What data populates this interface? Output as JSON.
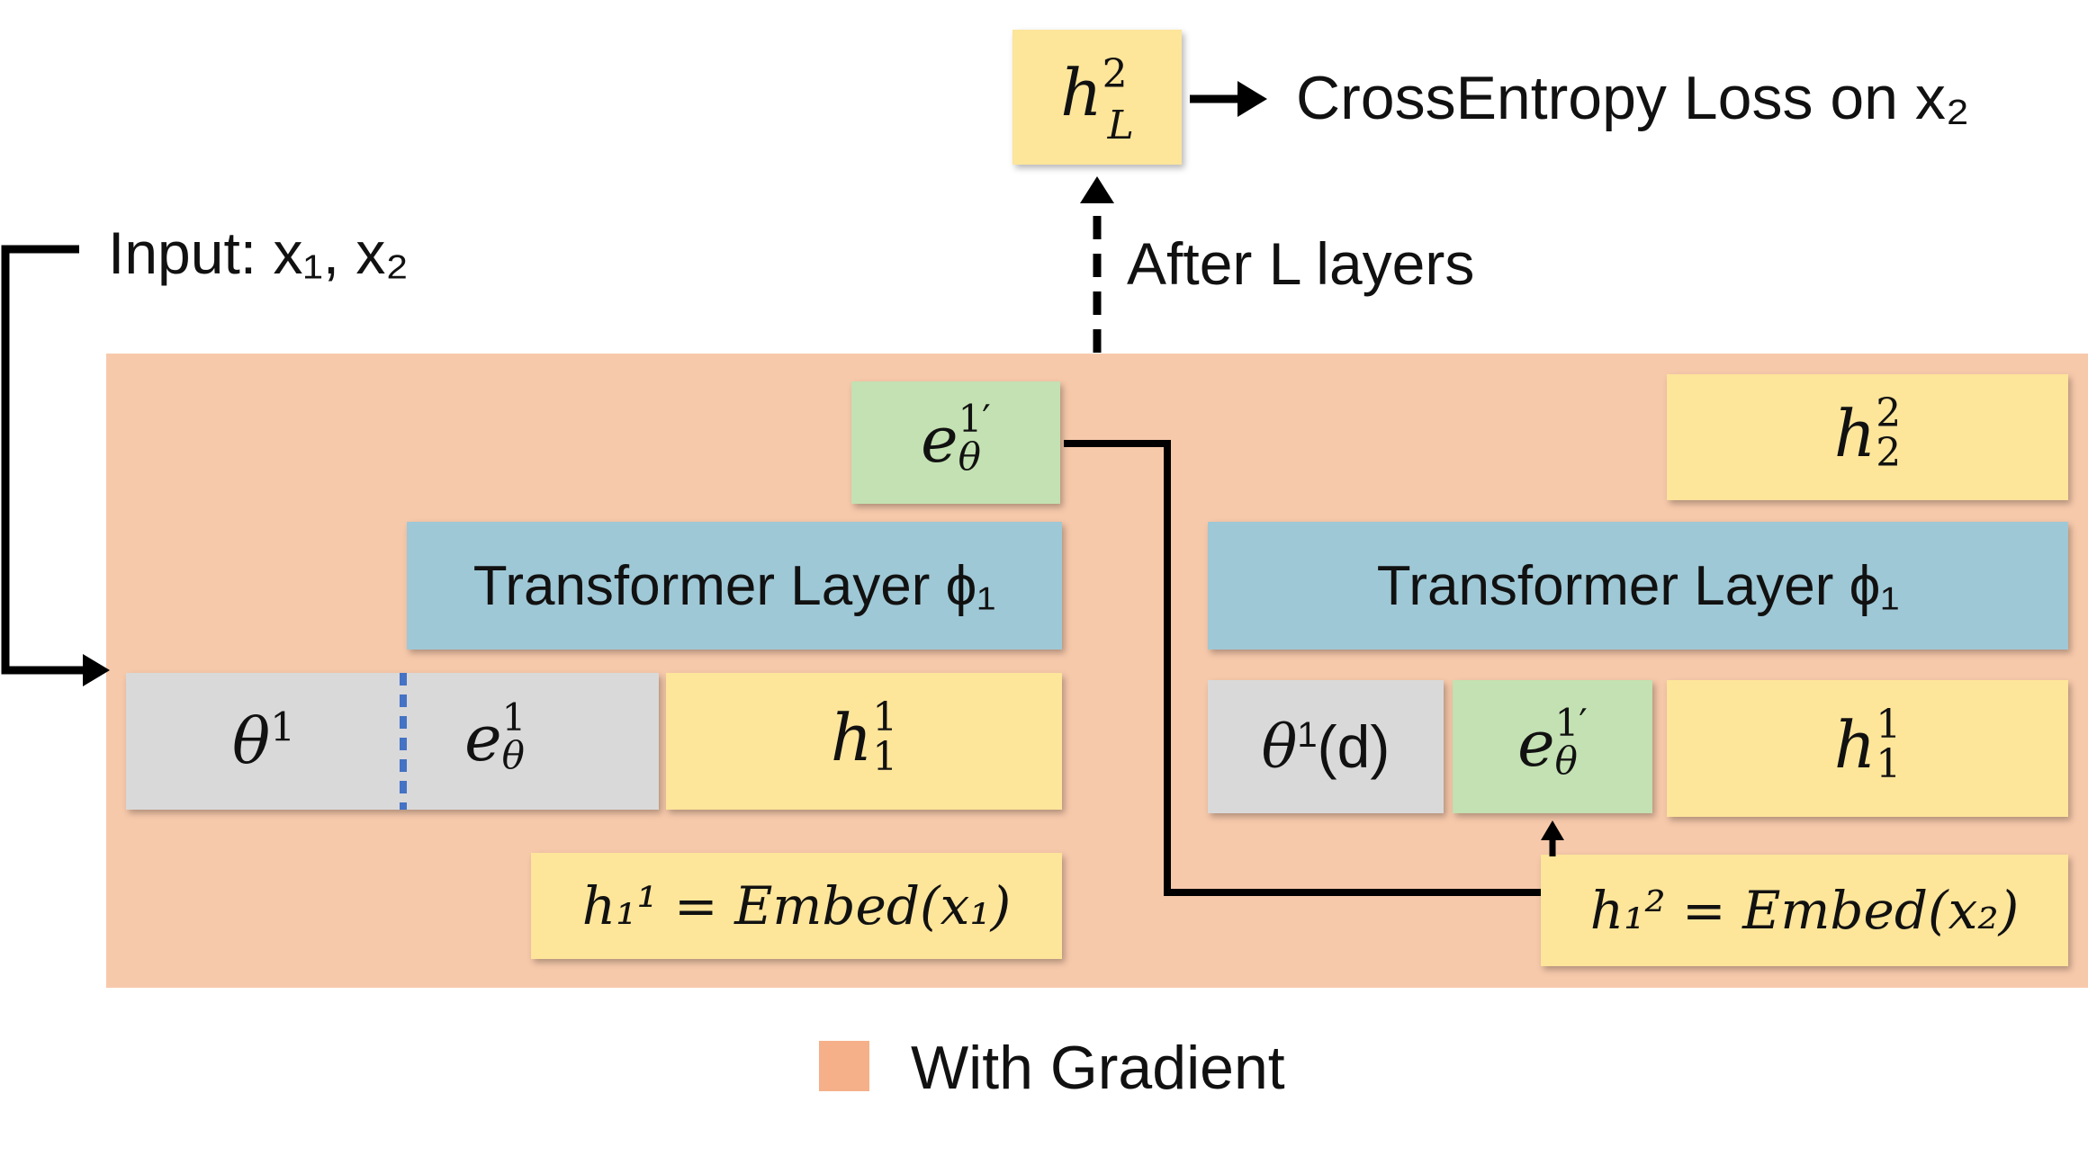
{
  "top_output": {
    "final_hidden": "h_L^2",
    "loss_label": "CrossEntropy Loss on x₂",
    "after_layers_label": "After L layers"
  },
  "input_label": "Input: x₁, x₂",
  "left_block": {
    "e_theta_prime": "e_θ^1′",
    "transformer_label": "Transformer Layer ϕ₁",
    "theta": "θ¹",
    "e_theta": "e_θ^1",
    "h11": "h_1^1",
    "embed_eq": "h₁¹ = Embed(x₁)"
  },
  "right_block": {
    "h22": "h_2^2",
    "transformer_label": "Transformer Layer ϕ₁",
    "theta_d": "θ¹(d)",
    "e_theta_prime": "e_θ^1′",
    "h11": "h_1^1",
    "embed_eq": "h₁² = Embed(x₂)"
  },
  "legend": {
    "label": "With Gradient"
  },
  "colors": {
    "gradient_region": "#f7c9ab",
    "legend_swatch": "#f5b08a",
    "hidden_state": "#fde59a",
    "embedding": "#c3e1b2",
    "transformer": "#9fc8d6",
    "parameter": "#d9d9d9",
    "divider": "#4472c4"
  }
}
